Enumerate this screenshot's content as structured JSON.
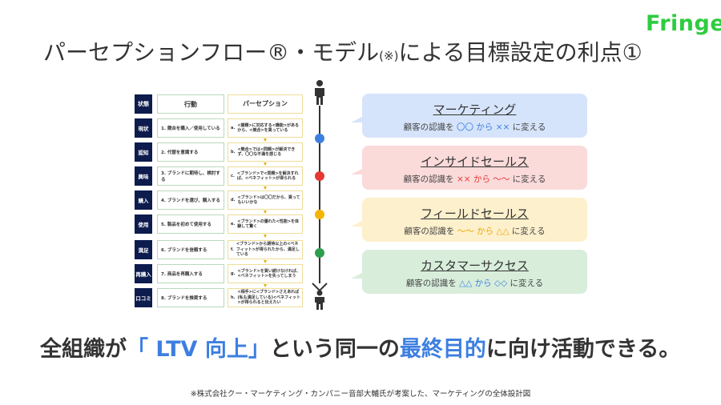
{
  "logo": "Fringe",
  "title": {
    "main": "パーセプションフロー®・モデル",
    "note": "(※)",
    "rest": "による目標設定の利点①"
  },
  "table": {
    "headers": {
      "status": "状態",
      "action": "行動",
      "perception": "パーセプション"
    },
    "rows": [
      {
        "status": "現状",
        "action": "1. 競合を購入／使用している",
        "letter": "a.",
        "perception": "<課題>に対応する<機能>があるから、<競合>を買っている"
      },
      {
        "status": "認知",
        "action": "2. 代替を意識する",
        "letter": "b.",
        "perception": "<競合>では<問題>が解決できず、〇〇な不満を感じる"
      },
      {
        "status": "興味",
        "action": "3. ブランドに期待し、検討する",
        "letter": "c.",
        "perception": "<ブランド>で<問題>を解決すれば、<ベネフィット>が得られる"
      },
      {
        "status": "購入",
        "action": "4. ブランドを選び、購入する",
        "letter": "d.",
        "perception": "<ブランド>は〇〇だから、買ってもいいかな"
      },
      {
        "status": "使用",
        "action": "5. 製品を初めて使用する",
        "letter": "e.",
        "perception": "<ブランド>の優れた<性能>を体験して驚く"
      },
      {
        "status": "満足",
        "action": "6. ブランドを信頼する",
        "letter": "f.",
        "perception": "<ブランド>から期待以上の<ベネフィット>が得られたから、満足している"
      },
      {
        "status": "再購入",
        "action": "7. 商品を再購入する",
        "letter": "g.",
        "perception": "<ブランド>を買い続けなければ、<ベネフィット>を失ってしまう"
      },
      {
        "status": "口コミ",
        "action": "8. ブランドを推奨する",
        "letter": "h.",
        "perception": "<相手>に<ブランド>さえあれば(私も満足している)<ベネフィット>が得られると伝えたい"
      }
    ]
  },
  "cards": [
    {
      "title": "マーケティング",
      "prefix": "顧客の認識を",
      "from": "〇〇",
      "mid": "から",
      "to": "××",
      "suffix": "に変える",
      "bg": "#d6e4fb",
      "accent": "#3d7fe0",
      "dot": "#3d7fe0"
    },
    {
      "title": "インサイドセールス",
      "prefix": "顧客の認識を",
      "from": "××",
      "mid": "から",
      "to": "～～",
      "suffix": "に変える",
      "bg": "#fbdada",
      "accent": "#e53935",
      "dot": "#e53935"
    },
    {
      "title": "フィールドセールス",
      "prefix": "顧客の認識を",
      "from": "～～",
      "mid": "から",
      "to": "△△",
      "suffix": "に変える",
      "bg": "#fdf0cc",
      "accent": "#f0a800",
      "dot": "#f5b400"
    },
    {
      "title": "カスタマーサクセス",
      "prefix": "顧客の認識を",
      "from": "△△",
      "mid": "から",
      "to": "◇◇",
      "suffix": "に変える",
      "bg": "#d8eedb",
      "accent": "#3d7fe0",
      "dot": "#2e9e4e"
    }
  ],
  "message": {
    "a": "全組織が",
    "b": "「 LTV 向上」",
    "c": "という同一の",
    "d": "最終目的",
    "e": "に向け活動できる。"
  },
  "footnote": "※株式会社クー・マーケティング・カンパニー音部大輔氏が考案した、マーケティングの全体設計図"
}
